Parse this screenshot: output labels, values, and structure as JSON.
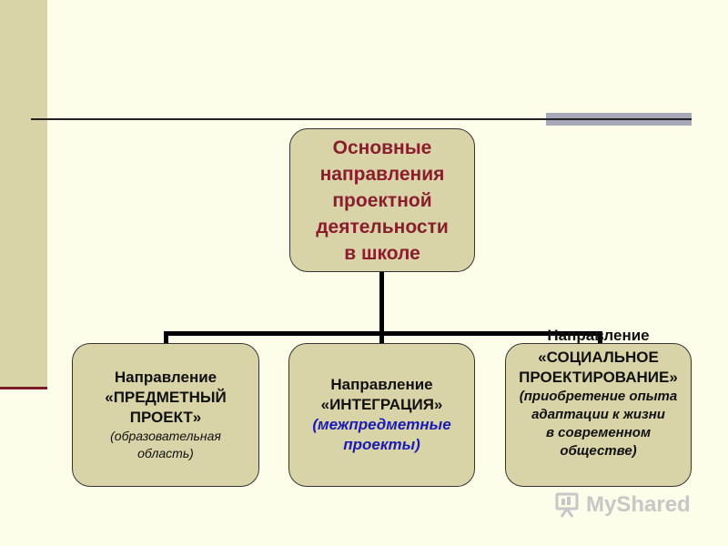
{
  "root": {
    "lines": [
      "Основные",
      "направления",
      "проектной",
      "деятельности",
      "в школе"
    ]
  },
  "children": [
    {
      "lines": [
        "Направление",
        "«ПРЕДМЕТНЫЙ",
        "ПРОЕКТ»",
        "(образовательная",
        "область)"
      ]
    },
    {
      "lines": [
        "Направление",
        "«ИНТЕГРАЦИЯ»",
        "(межпредметные",
        "проекты)"
      ]
    },
    {
      "header": "Направление",
      "lines": [
        "«СОЦИАЛЬНОЕ",
        "ПРОЕКТИРОВАНИЕ»",
        "(приобретение опыта",
        "адаптации к жизни",
        "в современном",
        "обществе)"
      ]
    }
  ],
  "watermark": {
    "text": "MyShared",
    "icon": "presentation-board-icon",
    "color": "#c7c7c7"
  },
  "colors": {
    "background": "#fefde9",
    "box_fill": "#d8d4a8",
    "root_text": "#8a1e2e",
    "accent_text": "#1a1ab8"
  }
}
